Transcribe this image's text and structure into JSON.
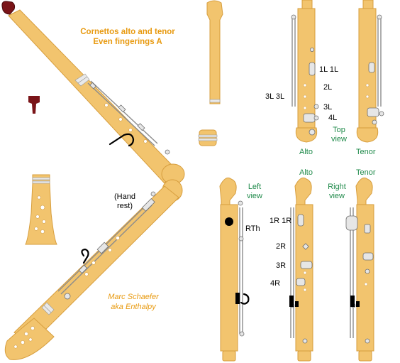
{
  "title": {
    "line1": "Cornettos alto and tenor",
    "line2": "Even fingerings A"
  },
  "credit": {
    "line1": "Marc Schaefer",
    "line2": "aka Enthalpy"
  },
  "labels": {
    "hand_rest_1": "(Hand",
    "hand_rest_2": "rest)",
    "rth": "RTh",
    "left_view_1": "Left",
    "left_view_2": "view",
    "right_view_1": "Right",
    "right_view_2": "view",
    "top_view_1": "Top",
    "top_view_2": "view",
    "alto_top": "Alto",
    "tenor_top": "Tenor",
    "alto_bottom": "Alto",
    "tenor_bottom": "Tenor"
  },
  "fingerings": {
    "l1": "1L 1L",
    "l2": "2L",
    "l3_pair": "3L 3L",
    "l3": "3L",
    "l4": "4L",
    "r1": "1R 1R",
    "r2": "2R",
    "r3": "3R",
    "r4": "4R"
  },
  "colors": {
    "wood": "#f2c46e",
    "wood_edge": "#d79e3e",
    "mouthpiece": "#7a1418",
    "key_metal": "#e4e4e4",
    "key_edge": "#707070",
    "hole": "#ffffff",
    "label_green": "#1f8a4a",
    "label_orange": "#e89a10"
  },
  "icons": {
    "hook": "hook-icon",
    "thumb_hole": "thumb-hole-icon",
    "mouthpiece": "mouthpiece-icon"
  }
}
